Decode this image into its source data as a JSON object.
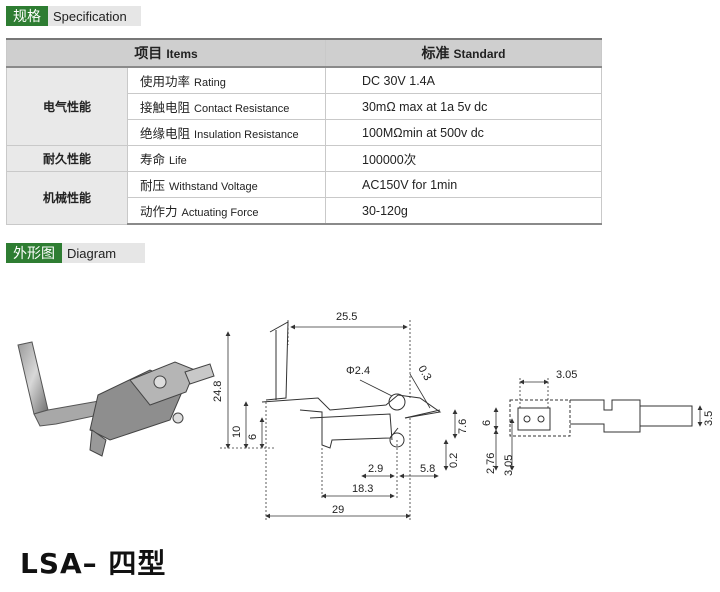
{
  "sections": {
    "spec": {
      "zh": "规格",
      "en": "Specification"
    },
    "diagram": {
      "zh": "外形图",
      "en": "Diagram"
    }
  },
  "table": {
    "header": {
      "item_zh": "项目",
      "item_en": "Items",
      "std_zh": "标准",
      "std_en": "Standard"
    },
    "categories": [
      "电气性能",
      "耐久性能",
      "机械性能"
    ],
    "rows": [
      {
        "zh": "使用功率",
        "en": "Rating",
        "value": "DC 30V 1.4A"
      },
      {
        "zh": "接触电阻",
        "en": "Contact Resistance",
        "value": "30mΩ max at 1a 5v dc"
      },
      {
        "zh": "绝缘电阻",
        "en": "Insulation Resistance",
        "value": "100MΩmin at 500v dc"
      },
      {
        "zh": "寿命",
        "en": "Life",
        "value": "100000次"
      },
      {
        "zh": "耐压",
        "en": "Withstand Voltage",
        "value": "AC150V for 1min"
      },
      {
        "zh": "动作力",
        "en": "Actuating Force",
        "value": "30-120g"
      }
    ]
  },
  "dimensions": {
    "d255": "25.5",
    "d248": "24.8",
    "d10": "10",
    "d6": "6",
    "phi": "Φ2.4",
    "d03": "0.3",
    "d76": "7.6",
    "d29s": "2.9",
    "d58": "5.8",
    "d02": "0.2",
    "d183": "18.3",
    "d29": "29",
    "d305a": "3.05",
    "d6b": "6",
    "d276": "2.76",
    "d305b": "3.05",
    "d35": "3.5"
  },
  "model": "LSA– 四型"
}
